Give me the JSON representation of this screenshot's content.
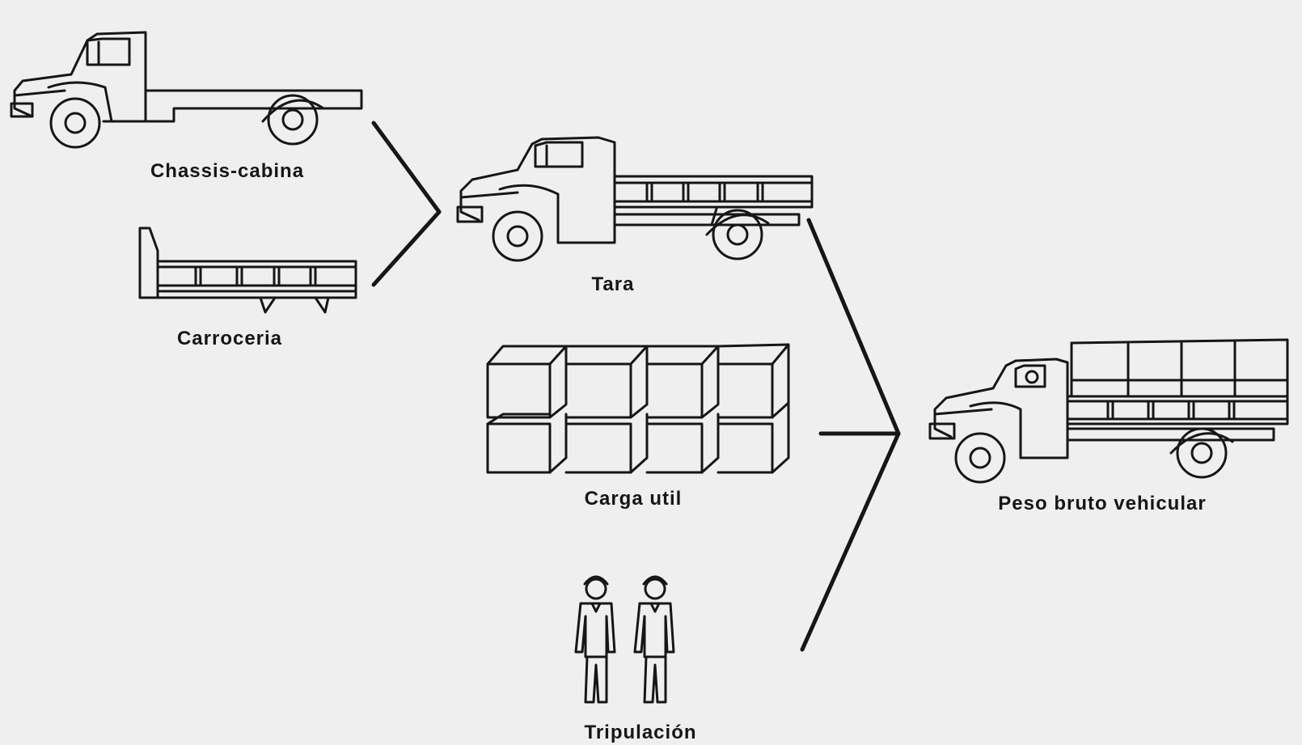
{
  "diagram": {
    "labels": {
      "chassis_cabina": "Chassis-cabina",
      "carroceria": "Carroceria",
      "tara": "Tara",
      "carga_util": "Carga util",
      "tripulacion": "Tripulación",
      "peso_bruto": "Peso bruto vehicular"
    },
    "colors": {
      "ink": "#161616",
      "paper": "#efefef"
    }
  }
}
